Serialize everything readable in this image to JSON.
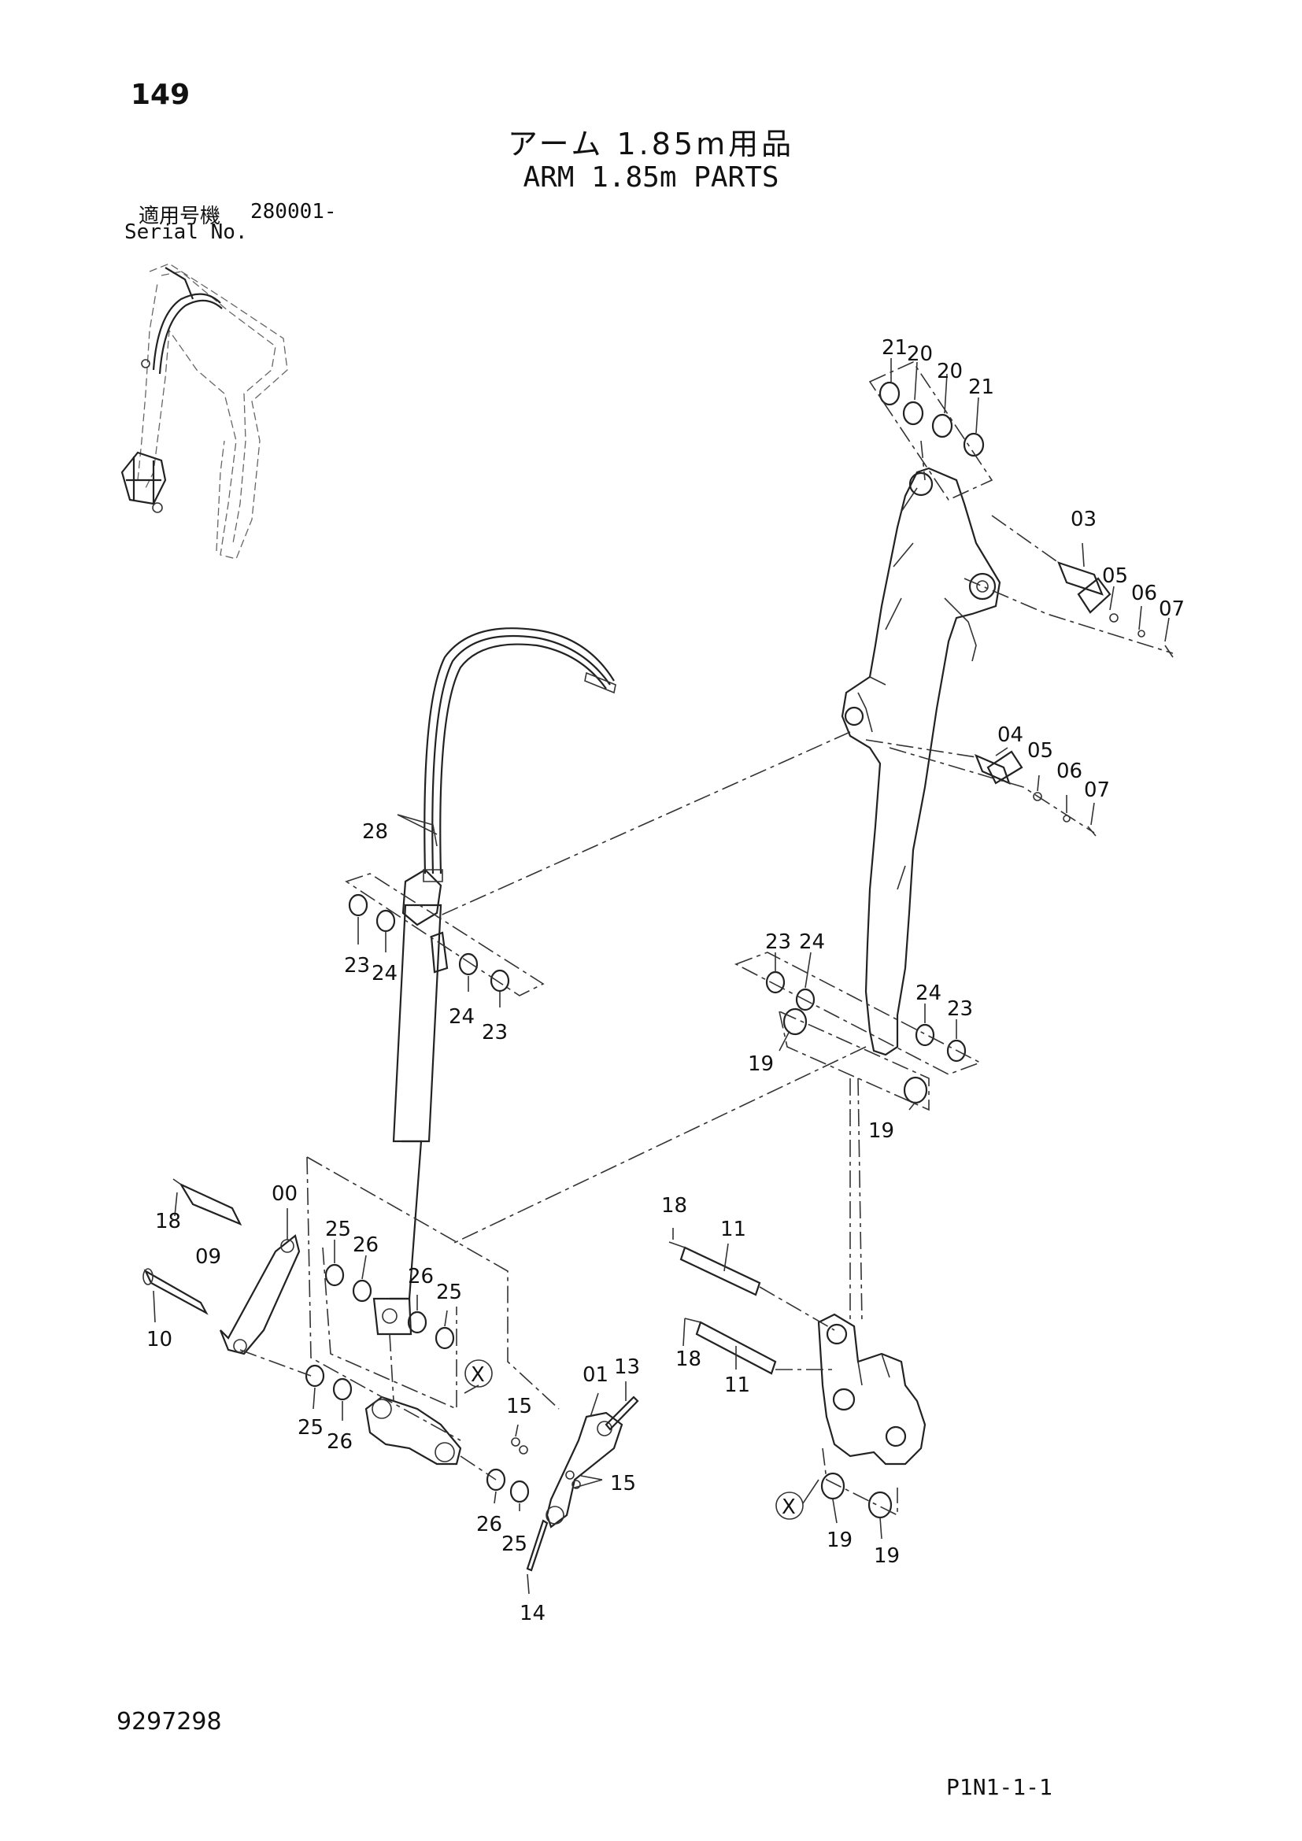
{
  "header": {
    "page_number": "149",
    "title_jp": "アーム 1.85m用品",
    "title_en": "ARM 1.85m PARTS",
    "serial_label_jp": "適用号機",
    "serial_value": "280001-",
    "serial_label_en": "Serial No."
  },
  "footer": {
    "document_number": "9297298",
    "page_code": "P1N1-1-1"
  },
  "callouts": [
    "21",
    "20",
    "20",
    "21",
    "03",
    "05",
    "06",
    "07",
    "04",
    "05",
    "06",
    "07",
    "28",
    "23",
    "24",
    "24",
    "23",
    "23",
    "24",
    "24",
    "23",
    "19",
    "19",
    "00",
    "18",
    "09",
    "10",
    "25",
    "26",
    "26",
    "25",
    "25",
    "26",
    "X",
    "01",
    "13",
    "15",
    "15",
    "26",
    "25",
    "14",
    "18",
    "11",
    "18",
    "11",
    "X",
    "19",
    "19"
  ]
}
